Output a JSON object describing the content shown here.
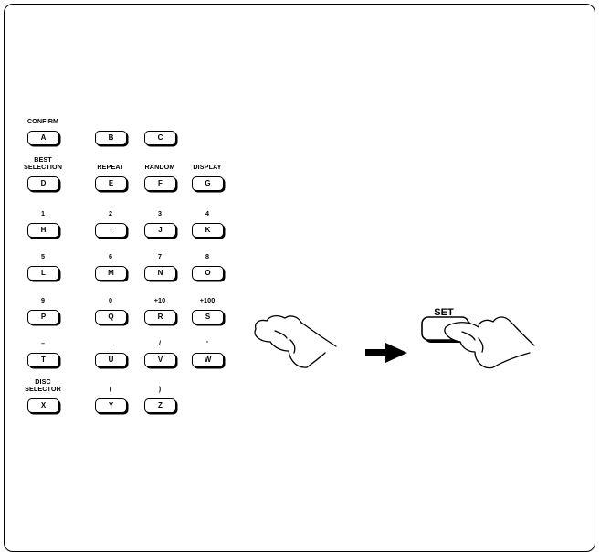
{
  "keys": [
    {
      "label": "CONFIRM",
      "key": "A"
    },
    {
      "label": "",
      "key": "B"
    },
    {
      "label": "",
      "key": "C"
    },
    {
      "label": "BEST\nSELECTION",
      "key": "D"
    },
    {
      "label": "REPEAT",
      "key": "E"
    },
    {
      "label": "RANDOM",
      "key": "F"
    },
    {
      "label": "DISPLAY",
      "key": "G"
    },
    {
      "label": "1",
      "key": "H"
    },
    {
      "label": "2",
      "key": "I"
    },
    {
      "label": "3",
      "key": "J"
    },
    {
      "label": "4",
      "key": "K"
    },
    {
      "label": "5",
      "key": "L"
    },
    {
      "label": "6",
      "key": "M"
    },
    {
      "label": "7",
      "key": "N"
    },
    {
      "label": "8",
      "key": "O"
    },
    {
      "label": "9",
      "key": "P"
    },
    {
      "label": "0",
      "key": "Q"
    },
    {
      "label": "+10",
      "key": "R"
    },
    {
      "label": "+100",
      "key": "S"
    },
    {
      "label": "–",
      "key": "T"
    },
    {
      "label": ".",
      "key": "U"
    },
    {
      "label": "/",
      "key": "V"
    },
    {
      "label": "'",
      "key": "W"
    },
    {
      "label": "DISC\nSELECTOR",
      "key": "X"
    },
    {
      "label": "(",
      "key": "Y"
    },
    {
      "label": ")",
      "key": "Z"
    }
  ],
  "set_button": {
    "label": "SET"
  },
  "icons": {
    "hand": "pointing-hand-icon",
    "arrow": "right-arrow-icon"
  }
}
